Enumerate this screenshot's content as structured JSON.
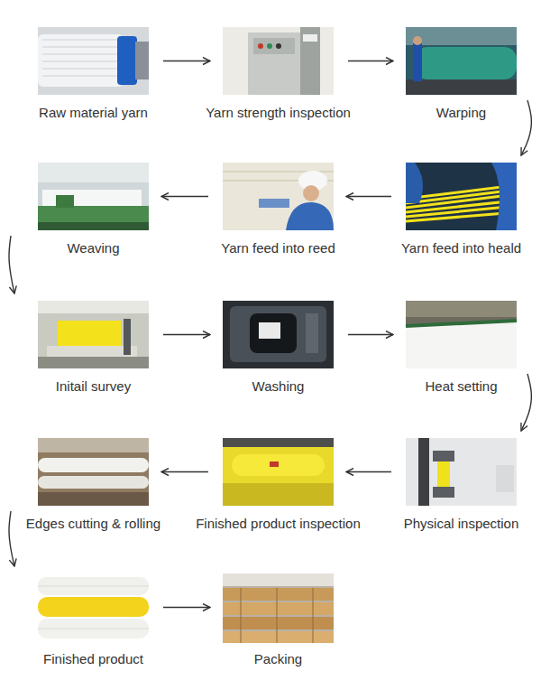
{
  "diagram": {
    "nodes": [
      {
        "text": [
          "Raw material yarn"
        ]
      },
      {
        "text": [
          "Yarn strength inspection"
        ]
      },
      {
        "text": [
          "Warping"
        ]
      },
      {
        "text": [
          "Yarn feed into heald"
        ]
      },
      {
        "text": [
          "Yarn feed into reed"
        ]
      },
      {
        "text": [
          "Weaving"
        ]
      },
      {
        "text": [
          "Initail survey"
        ]
      },
      {
        "text": [
          "Washing"
        ]
      },
      {
        "text": [
          "Heat setting"
        ]
      },
      {
        "text": [
          "Physical inspection"
        ]
      },
      {
        "text": [
          "Finished product inspection"
        ]
      },
      {
        "text": [
          "Edges cutting & rolling"
        ]
      },
      {
        "text": [
          "Finished product"
        ]
      },
      {
        "text": [
          "Packing"
        ]
      }
    ],
    "edges": [
      {
        "from": 0,
        "to": 1,
        "arrow": "to"
      },
      {
        "from": 1,
        "to": 2,
        "arrow": "to"
      },
      {
        "from": 2,
        "to": 3,
        "arrow": "to"
      },
      {
        "from": 3,
        "to": 4,
        "arrow": "to"
      },
      {
        "from": 4,
        "to": 5,
        "arrow": "to"
      },
      {
        "from": 5,
        "to": 6,
        "arrow": "to"
      },
      {
        "from": 6,
        "to": 7,
        "arrow": "to"
      },
      {
        "from": 7,
        "to": 8,
        "arrow": "to"
      },
      {
        "from": 8,
        "to": 9,
        "arrow": "to"
      },
      {
        "from": 9,
        "to": 10,
        "arrow": "to"
      },
      {
        "from": 10,
        "to": 11,
        "arrow": "to"
      },
      {
        "from": 11,
        "to": 12,
        "arrow": "to"
      },
      {
        "from": 12,
        "to": 13,
        "arrow": "to"
      }
    ]
  }
}
